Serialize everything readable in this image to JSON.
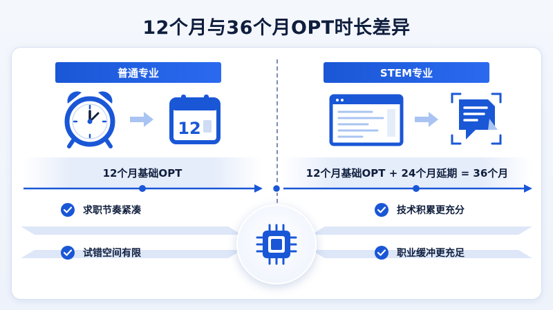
{
  "title": "12个月与36个月OPT时长差异",
  "left": {
    "banner": "普通专业",
    "calendar_number": "12",
    "band": "12个月基础OPT",
    "bullets": [
      "求职节奏紧凑",
      "试错空间有限"
    ]
  },
  "right": {
    "banner": "STEM专业",
    "band": "12个月基础OPT + 24个月延期 = 36个月",
    "bullets": [
      "技术积累更充分",
      "职业缓冲更充足"
    ]
  },
  "colors": {
    "primary": "#1a57d6",
    "dark_text": "#0f1e3d",
    "light_band": "#e6edfa"
  },
  "icons": {
    "left_start": "alarm-clock-icon",
    "left_end": "calendar-icon",
    "right_start": "browser-window-icon",
    "right_end": "document-icon",
    "center": "chip-icon",
    "bullet": "check-icon"
  }
}
